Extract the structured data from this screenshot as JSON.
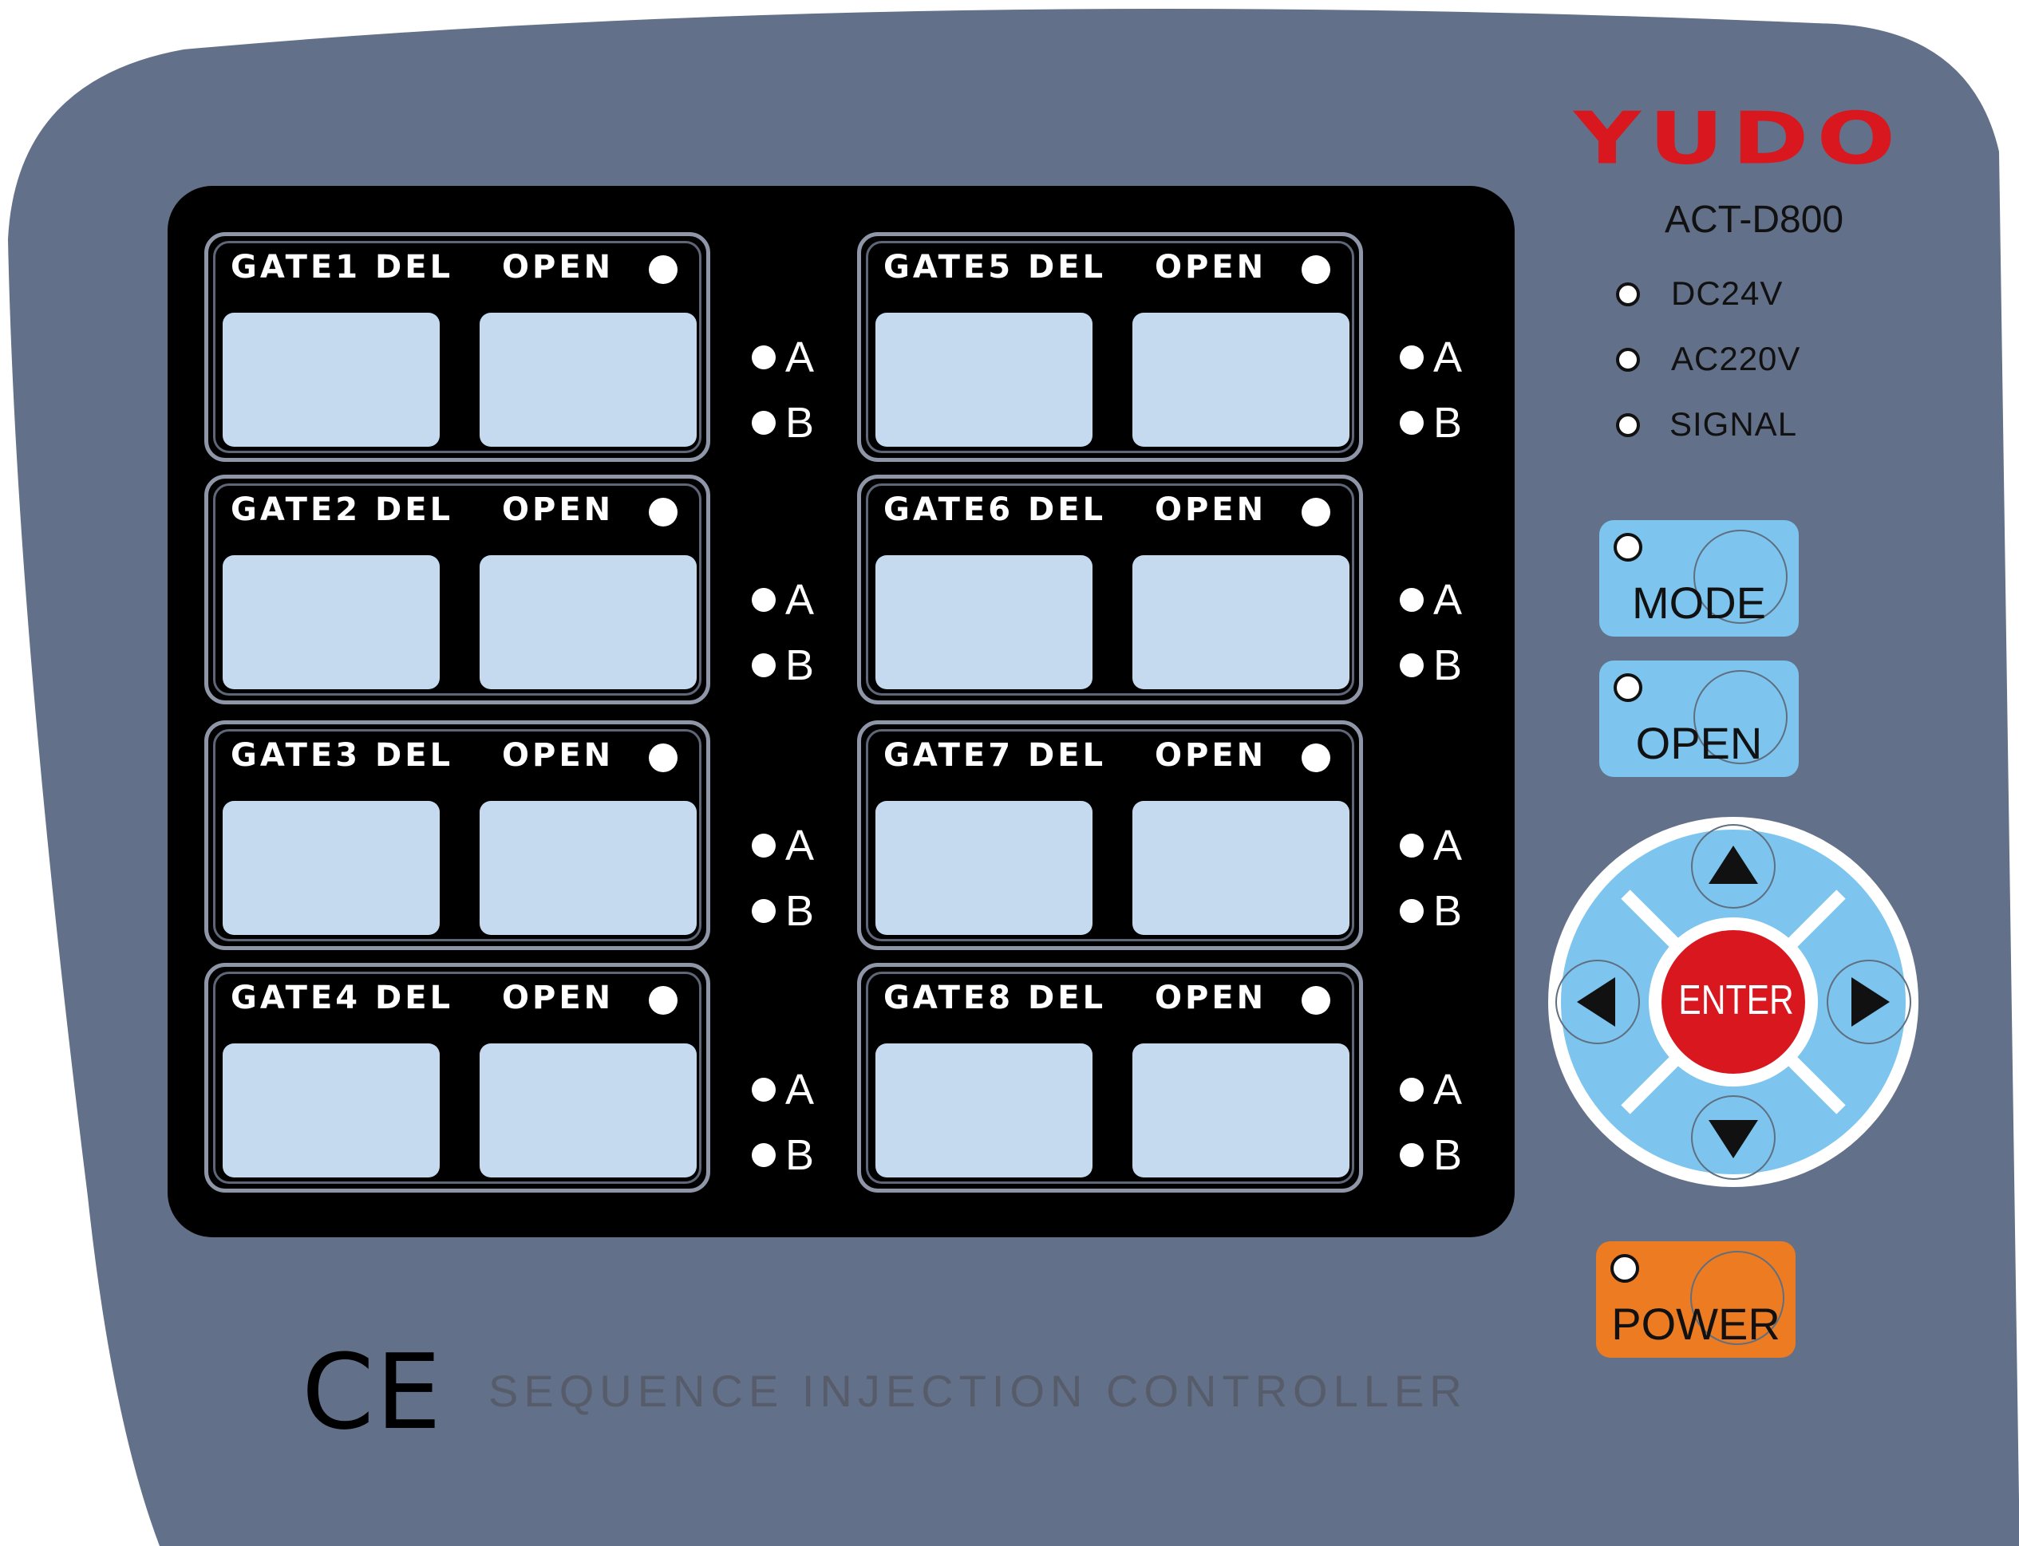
{
  "brand": {
    "name": "YUDO",
    "model": "ACT-D800"
  },
  "colors": {
    "housing": "#637089",
    "screen": "#000000",
    "display": "#c5d9ef",
    "key_blue": "#7dc5ef",
    "enter_red": "#d8171f",
    "power_orange": "#ec7b22"
  },
  "status": [
    {
      "label": "DC24V"
    },
    {
      "label": "AC220V"
    },
    {
      "label": "SIGNAL"
    }
  ],
  "gates": [
    {
      "title": "GATE1  DEL",
      "open_label": "OPEN",
      "a_label": "A",
      "b_label": "B"
    },
    {
      "title": "GATE2  DEL",
      "open_label": "OPEN",
      "a_label": "A",
      "b_label": "B"
    },
    {
      "title": "GATE3  DEL",
      "open_label": "OPEN",
      "a_label": "A",
      "b_label": "B"
    },
    {
      "title": "GATE4  DEL",
      "open_label": "OPEN",
      "a_label": "A",
      "b_label": "B"
    },
    {
      "title": "GATE5  DEL",
      "open_label": "OPEN",
      "a_label": "A",
      "b_label": "B"
    },
    {
      "title": "GATE6  DEL",
      "open_label": "OPEN",
      "a_label": "A",
      "b_label": "B"
    },
    {
      "title": "GATE7  DEL",
      "open_label": "OPEN",
      "a_label": "A",
      "b_label": "B"
    },
    {
      "title": "GATE8  DEL",
      "open_label": "OPEN",
      "a_label": "A",
      "b_label": "B"
    }
  ],
  "keys": {
    "mode": "MODE",
    "open": "OPEN",
    "power": "POWER",
    "enter": "ENTER"
  },
  "nav_icons": [
    "up-arrow-icon",
    "down-arrow-icon",
    "left-arrow-icon",
    "right-arrow-icon"
  ],
  "footer": {
    "ce_mark": "CE",
    "title": "SEQUENCE INJECTION CONTROLLER"
  }
}
